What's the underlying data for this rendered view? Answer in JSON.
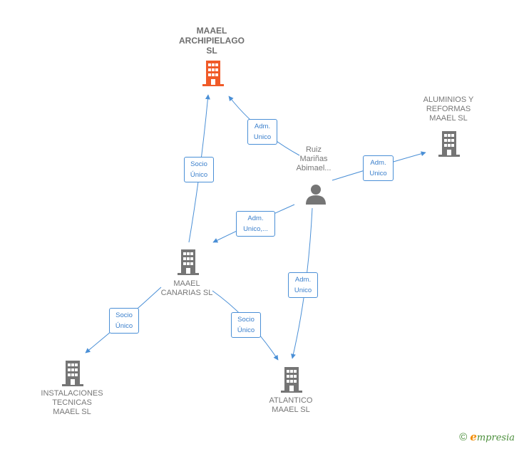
{
  "nodes": {
    "maael_archipielago": {
      "label": "MAAEL\nARCHIPIELAGO\nSL",
      "color": "#f05a28"
    },
    "aluminios": {
      "label": "ALUMINIOS Y\nREFORMAS\nMAAEL  SL",
      "color": "#757575"
    },
    "person": {
      "label": "Ruiz\nMariñas\nAbimael...",
      "color": "#757575"
    },
    "maael_canarias": {
      "label": "MAAEL\nCANARIAS  SL",
      "color": "#757575"
    },
    "instalaciones": {
      "label": "INSTALACIONES\nTECNICAS\nMAAEL  SL",
      "color": "#757575"
    },
    "atlantico": {
      "label": "ATLANTICO\nMAAEL  SL",
      "color": "#757575"
    }
  },
  "edges": {
    "person_archipielago": "Adm.\nUnico",
    "person_aluminios": "Adm.\nUnico",
    "person_canarias": "Adm.\nUnico,...",
    "person_atlantico": "Adm.\nUnico",
    "canarias_archipielago": "Socio\nÚnico",
    "canarias_instalaciones": "Socio\nÚnico",
    "canarias_atlantico": "Socio\nÚnico"
  },
  "colors": {
    "edge": "#4a8fd6",
    "accent": "#f05a28",
    "node": "#757575"
  },
  "footer": {
    "copyright": "©",
    "brand_initial": "e",
    "brand_rest": "mpresia"
  }
}
